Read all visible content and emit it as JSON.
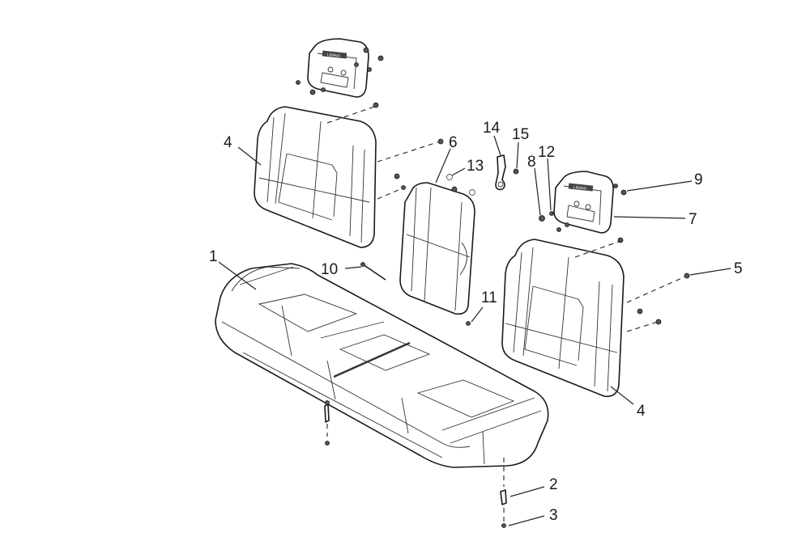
{
  "callouts": {
    "c1": "1",
    "c2": "2",
    "c3": "3",
    "c4_left": "4",
    "c4_right": "4",
    "c5": "5",
    "c6": "6",
    "c7": "7",
    "c8": "8",
    "c9": "9",
    "c10": "10",
    "c11": "11",
    "c12": "12",
    "c13": "13",
    "c14": "14",
    "c15": "15"
  },
  "headrest_logo": "LINHAI"
}
